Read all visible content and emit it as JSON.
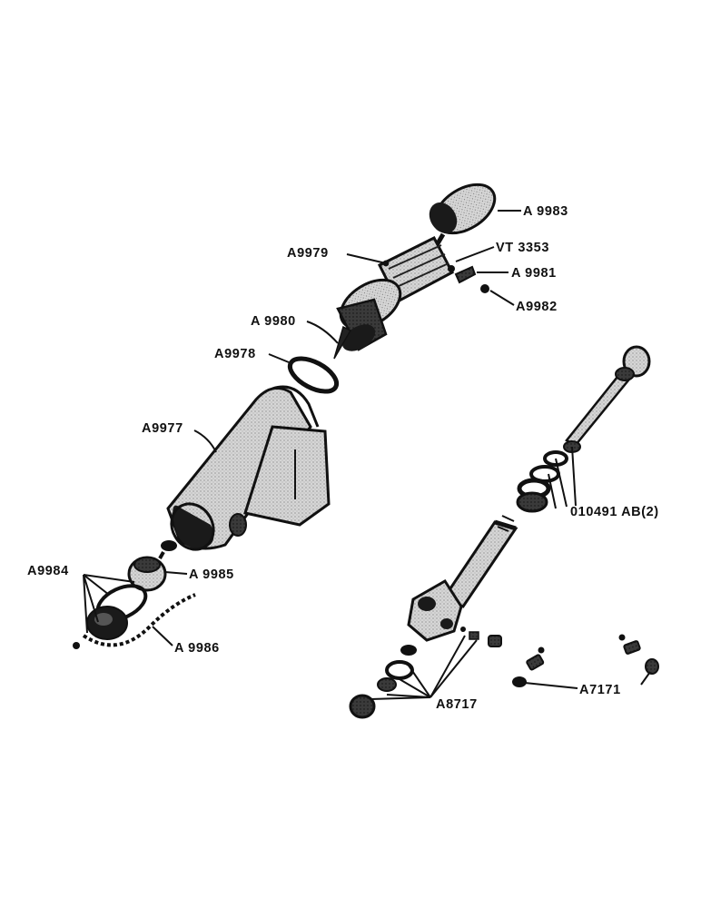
{
  "labels": {
    "a9983": "A 9983",
    "a9979": "A9979",
    "vt3353": "VT 3353",
    "a9981": "A 9981",
    "a9982": "A9982",
    "a9980": "A 9980",
    "a9978": "A9978",
    "a9977": "A9977",
    "a9984": "A9984",
    "a9985": "A 9985",
    "a9986": "A 9986",
    "p010491": "010491 AB(2)",
    "a8717": "A8717",
    "a7171": "A7171"
  }
}
